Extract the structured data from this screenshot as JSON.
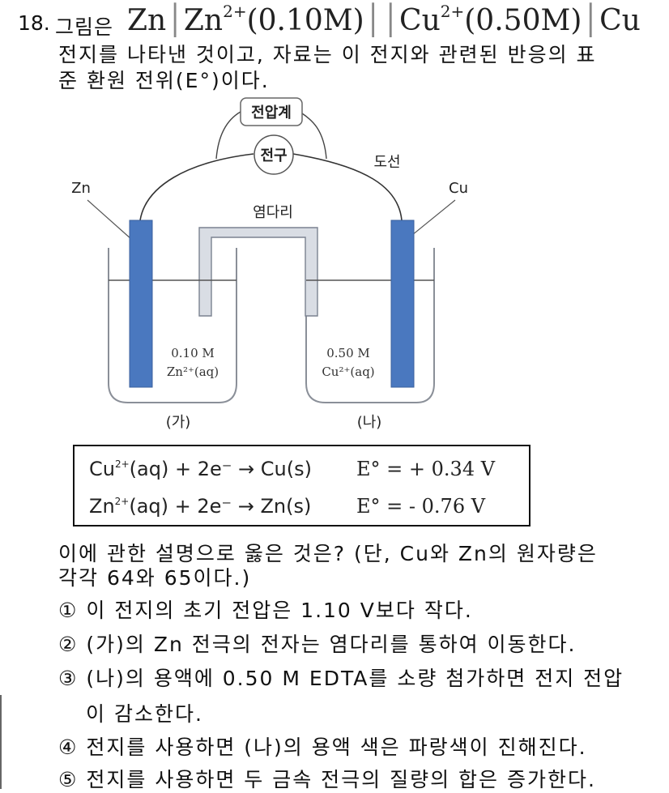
{
  "question": {
    "number": "18.",
    "intro_word": "그림은",
    "cell_notation": {
      "anode": "Zn",
      "anode_ion": "Zn",
      "anode_ion_charge": "2+",
      "anode_conc": "(0.10M)",
      "cathode_ion": "Cu",
      "cathode_ion_charge": "2+",
      "cathode_conc": "(0.50M)",
      "cathode": "Cu"
    },
    "line2": "전지를 나타낸 것이고, 자료는 이 전지와 관련된 반응의 표",
    "line3": "준 환원 전위(E°)이다."
  },
  "diagram": {
    "voltmeter_label": "전압계",
    "bulb_label": "전구",
    "wire_label": "도선",
    "left_electrode_label": "Zn",
    "right_electrode_label": "Cu",
    "salt_bridge_label": "염다리",
    "left_solution_conc": "0.10 M",
    "left_solution_species": "Zn²⁺(aq)",
    "right_solution_conc": "0.50 M",
    "right_solution_species": "Cu²⁺(aq)",
    "left_beaker_label": "(가)",
    "right_beaker_label": "(나)",
    "colors": {
      "electrode": "#4a78bf",
      "salt_bridge": "#d9dde4",
      "line": "#444444"
    }
  },
  "reactions": [
    {
      "ion": "Cu",
      "charge": "2+",
      "lhs_rest": "(aq) + 2e⁻ → Cu(s)",
      "e_label": "E°",
      "value": "= + 0.34 V"
    },
    {
      "ion": "Zn",
      "charge": "2+",
      "lhs_rest": "(aq) + 2e⁻ → Zn(s)",
      "e_label": "E°",
      "value": "= - 0.76 V"
    }
  ],
  "prompt": {
    "line1": "이에 관한 설명으로 옳은 것은? (단, Cu와 Zn의 원자량은",
    "line2": "각각 64와 65이다.)"
  },
  "options": [
    {
      "marker": "①",
      "text": "이 전지의 초기 전압은 1.10 V보다 작다."
    },
    {
      "marker": "②",
      "text": "(가)의 Zn 전극의 전자는 염다리를 통하여 이동한다."
    },
    {
      "marker": "③",
      "text": "(나)의 용액에 0.50 M EDTA를 소량 첨가하면 전지 전압",
      "continuation": "이 감소한다."
    },
    {
      "marker": "④",
      "text": "전지를 사용하면 (나)의 용액 색은 파랑색이 진해진다."
    },
    {
      "marker": "⑤",
      "text": "전지를 사용하면 두 금속 전극의 질량의 합은 증가한다."
    }
  ]
}
